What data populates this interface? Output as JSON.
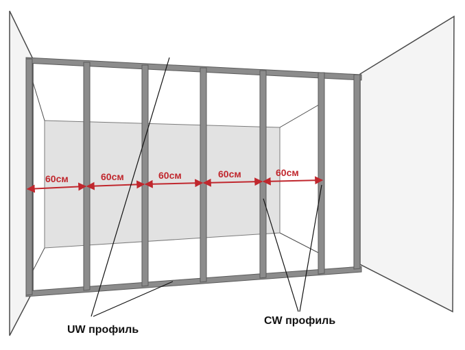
{
  "colors": {
    "dimension": "#c0272d",
    "profile_fill": "#8c8c8c",
    "profile_edge": "#5a5a5a",
    "back_wall": "#e2e2e2",
    "side_wall": "#f4f4f4",
    "outline": "#4a4a4a"
  },
  "dimensions": [
    {
      "label": "60см"
    },
    {
      "label": "60см"
    },
    {
      "label": "60см"
    },
    {
      "label": "60см"
    },
    {
      "label": "60см"
    }
  ],
  "callouts": {
    "uw": {
      "label": "UW профиль"
    },
    "cw": {
      "label": "CW профиль"
    }
  }
}
